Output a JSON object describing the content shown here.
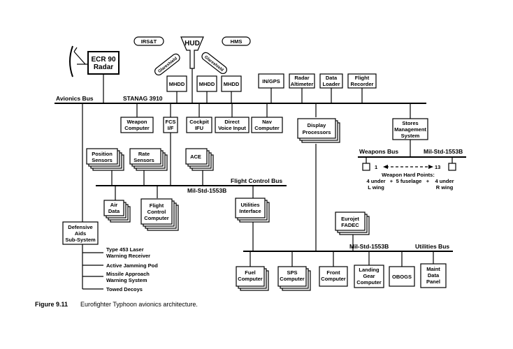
{
  "buses": {
    "avionics": "Avionics Bus",
    "stanag": "STANAG 3910",
    "flight_control": "Flight Control Bus",
    "mil_std_fc": "Mil-Std-1553B",
    "weapons": "Weapons Bus",
    "mil_std_weapons": "Mil-Std-1553B",
    "mil_std_util": "Mil-Std-1553B",
    "utilities": "Utilities Bus"
  },
  "top": {
    "irst": "IRS&T",
    "hud": "HUD",
    "hms": "HMS",
    "glareshield_left": "Glareshield",
    "glareshield_right": "Glareshield",
    "radar_l1": "ECR 90",
    "radar_l2": "Radar"
  },
  "mhdd": [
    "MHDD",
    "MHDD",
    "MHDD"
  ],
  "upper_units": [
    {
      "l1": "IN/GPS",
      "l2": ""
    },
    {
      "l1": "Radar",
      "l2": "Altimeter"
    },
    {
      "l1": "Data",
      "l2": "Loader"
    },
    {
      "l1": "Flight",
      "l2": "Recorder"
    }
  ],
  "lower_units": [
    {
      "l1": "Weapon",
      "l2": "Computer"
    },
    {
      "l1": "FCS",
      "l2": "I/F"
    },
    {
      "l1": "Cockpit",
      "l2": "IFU"
    },
    {
      "l1": "Direct",
      "l2": "Voice Input"
    },
    {
      "l1": "Nav",
      "l2": "Computer"
    }
  ],
  "display": {
    "l1": "Display",
    "l2": "Processors"
  },
  "stores": {
    "l1": "Stores",
    "l2": "Management",
    "l3": "System"
  },
  "weapons_points": {
    "left": "1",
    "right": "13",
    "title": "Weapon Hard Points:",
    "a1": "4 under",
    "plus1": "+",
    "b1": "5 fuselage",
    "plus2": "+",
    "c1": "4 under",
    "a2": "L wing",
    "c2": "R wing"
  },
  "fc_units": {
    "position": {
      "l1": "Position",
      "l2": "Sensors"
    },
    "rate": {
      "l1": "Rate",
      "l2": "Sensors"
    },
    "ace": "ACE",
    "air": {
      "l1": "Air",
      "l2": "Data"
    },
    "flight_computer": {
      "l1": "Flight",
      "l2": "Control",
      "l3": "Computer"
    },
    "utilities_interface": {
      "l1": "Utilities",
      "l2": "Interface"
    }
  },
  "defensive": {
    "l1": "Defensive",
    "l2": "Aids",
    "l3": "Sub-System"
  },
  "defensive_items": [
    {
      "l1": "Type 453 Laser",
      "l2": "Warning Receiver"
    },
    {
      "l1": "Active Jamming Pod",
      "l2": ""
    },
    {
      "l1": "Missile Approach",
      "l2": "Warning System"
    },
    {
      "l1": "Towed Decoys",
      "l2": ""
    }
  ],
  "eurojet": {
    "l1": "Eurojet",
    "l2": "FADEC"
  },
  "util_units": [
    {
      "l1": "Fuel",
      "l2": "Computer",
      "l3": ""
    },
    {
      "l1": "SPS",
      "l2": "Computer",
      "l3": ""
    },
    {
      "l1": "Front",
      "l2": "Computer",
      "l3": ""
    },
    {
      "l1": "Landing",
      "l2": "Gear",
      "l3": "Computer"
    },
    {
      "l1": "OBOGS",
      "l2": "",
      "l3": ""
    },
    {
      "l1": "Maint",
      "l2": "Data",
      "l3": "Panel"
    }
  ],
  "caption": {
    "label": "Figure 9.11",
    "text": "Eurofighter Typhoon avionics architecture."
  }
}
